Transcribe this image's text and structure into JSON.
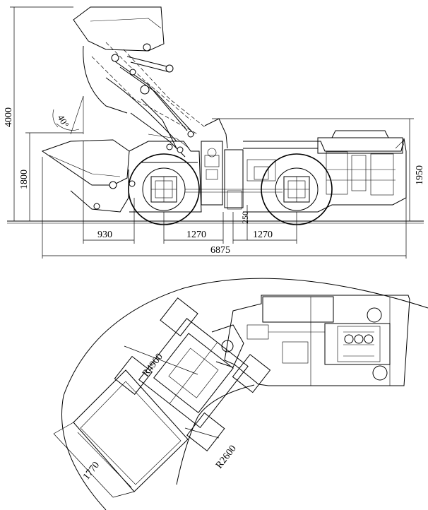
{
  "side_view": {
    "dimensions": {
      "overall_height": "4000",
      "dump_height": "1800",
      "cab_height": "1950",
      "dump_angle": "40°",
      "bucket_reach": "930",
      "front_axle_offset": "1270",
      "rear_axle_offset": "1270",
      "ground_clearance": "250",
      "overall_length": "6875"
    }
  },
  "plan_view": {
    "dimensions": {
      "outer_radius": "R4900",
      "inner_radius": "R2600",
      "bucket_width": "1770"
    }
  }
}
